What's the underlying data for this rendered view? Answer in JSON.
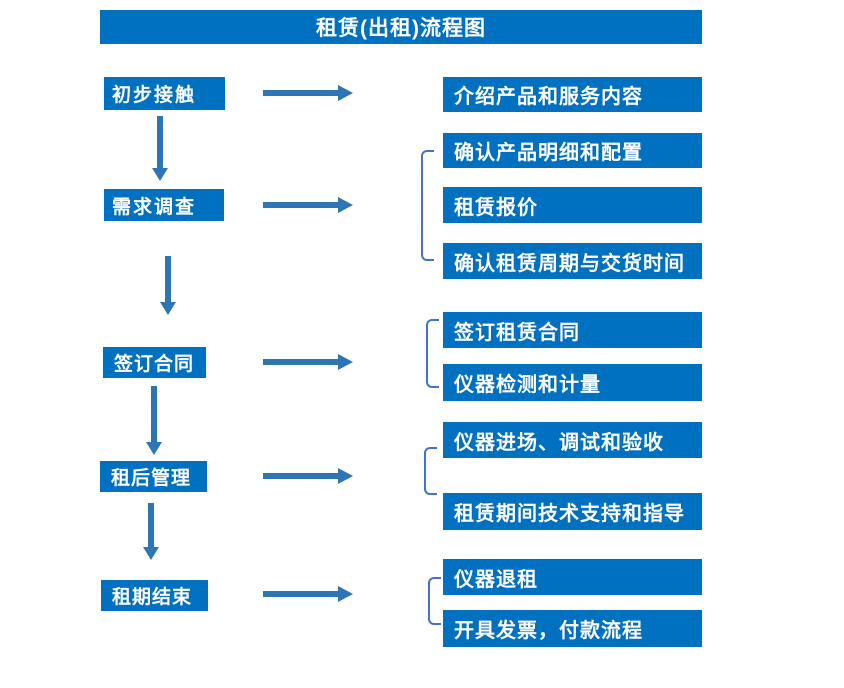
{
  "title": "租赁(出租)流程图",
  "colors": {
    "box_blue": "#0070C0",
    "arrow_blue": "#2E75B6",
    "bracket_blue": "#4472C4",
    "text_white": "#FFFFFF",
    "page_bg": "#FFFFFF"
  },
  "icons": {
    "right_arrow": "solid right-pointing arrow (shaft + triangle head)",
    "down_arrow": "solid down-pointing arrow (shaft + triangle head)",
    "group_bracket": "left square bracket grouping detail boxes"
  },
  "flow": {
    "steps": [
      {
        "label": "初步接触",
        "outputs": [
          "介绍产品和服务内容"
        ]
      },
      {
        "label": "需求调查",
        "outputs": [
          "确认产品明细和配置",
          "租赁报价",
          "确认租赁周期与交货时间"
        ]
      },
      {
        "label": "签订合同",
        "outputs": [
          "签订租赁合同",
          "仪器检测和计量"
        ]
      },
      {
        "label": "租后管理",
        "outputs": [
          "仪器进场、调试和验收",
          "租赁期间技术支持和指导"
        ]
      },
      {
        "label": "租期结束",
        "outputs": [
          "仪器退租",
          "开具发票，付款流程"
        ]
      }
    ]
  }
}
